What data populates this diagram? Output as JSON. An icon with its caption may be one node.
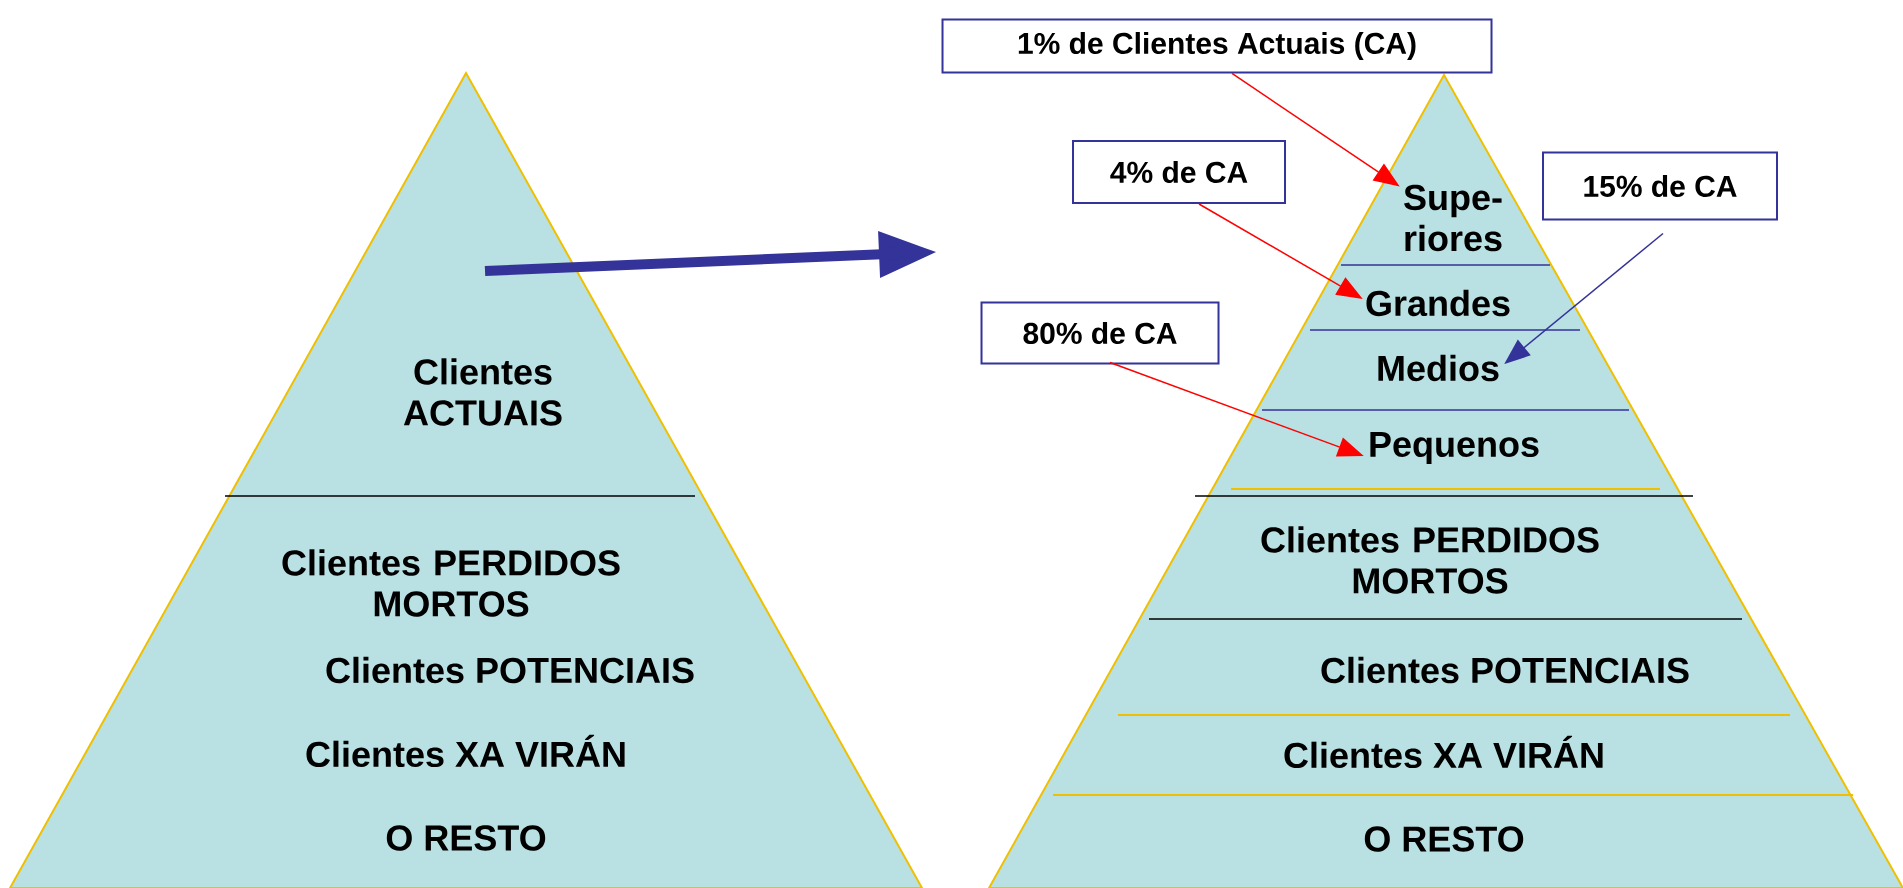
{
  "diagram": {
    "nodes": [
      {
        "text": [],
        "shape": "triangle"
      },
      {
        "text": [
          "Clientes ACTUAIS"
        ],
        "in": 0
      },
      {
        "text": [
          "Clientes PERDIDOS MORTOS"
        ],
        "in": 0
      },
      {
        "text": [
          "Clientes POTENCIAIS"
        ],
        "in": 0
      },
      {
        "text": [
          "Clientes XA VIRÁN"
        ],
        "in": 0
      },
      {
        "text": [
          "O RESTO"
        ],
        "in": 0
      },
      {
        "text": [],
        "shape": "triangle"
      },
      {
        "text": [
          "Supe- riores"
        ],
        "in": 6
      },
      {
        "text": [
          "Grandes"
        ],
        "in": 6
      },
      {
        "text": [
          "Medios"
        ],
        "in": 6
      },
      {
        "text": [
          "Pequenos"
        ],
        "in": 6
      },
      {
        "text": [
          "Clientes PERDIDOS MORTOS"
        ],
        "in": 6
      },
      {
        "text": [
          "Clientes POTENCIAIS"
        ],
        "in": 6
      },
      {
        "text": [
          "Clientes XA VIRÁN"
        ],
        "in": 6
      },
      {
        "text": [
          "O RESTO"
        ],
        "in": 6
      },
      {
        "text": [
          "1% de Clientes Actuais (CA)"
        ]
      },
      {
        "text": [
          "4% de CA"
        ]
      },
      {
        "text": [
          "15% de CA"
        ]
      },
      {
        "text": [
          "80% de CA"
        ]
      }
    ],
    "edges": [
      {
        "from": 15,
        "to": 7,
        "arrow": "to",
        "color": "#ff0000"
      },
      {
        "from": 16,
        "to": 8,
        "arrow": "to",
        "color": "#ff0000"
      },
      {
        "from": 17,
        "to": 9,
        "arrow": "to",
        "color": "#333399"
      },
      {
        "from": 18,
        "to": 10,
        "arrow": "to",
        "color": "#ff0000"
      }
    ]
  }
}
